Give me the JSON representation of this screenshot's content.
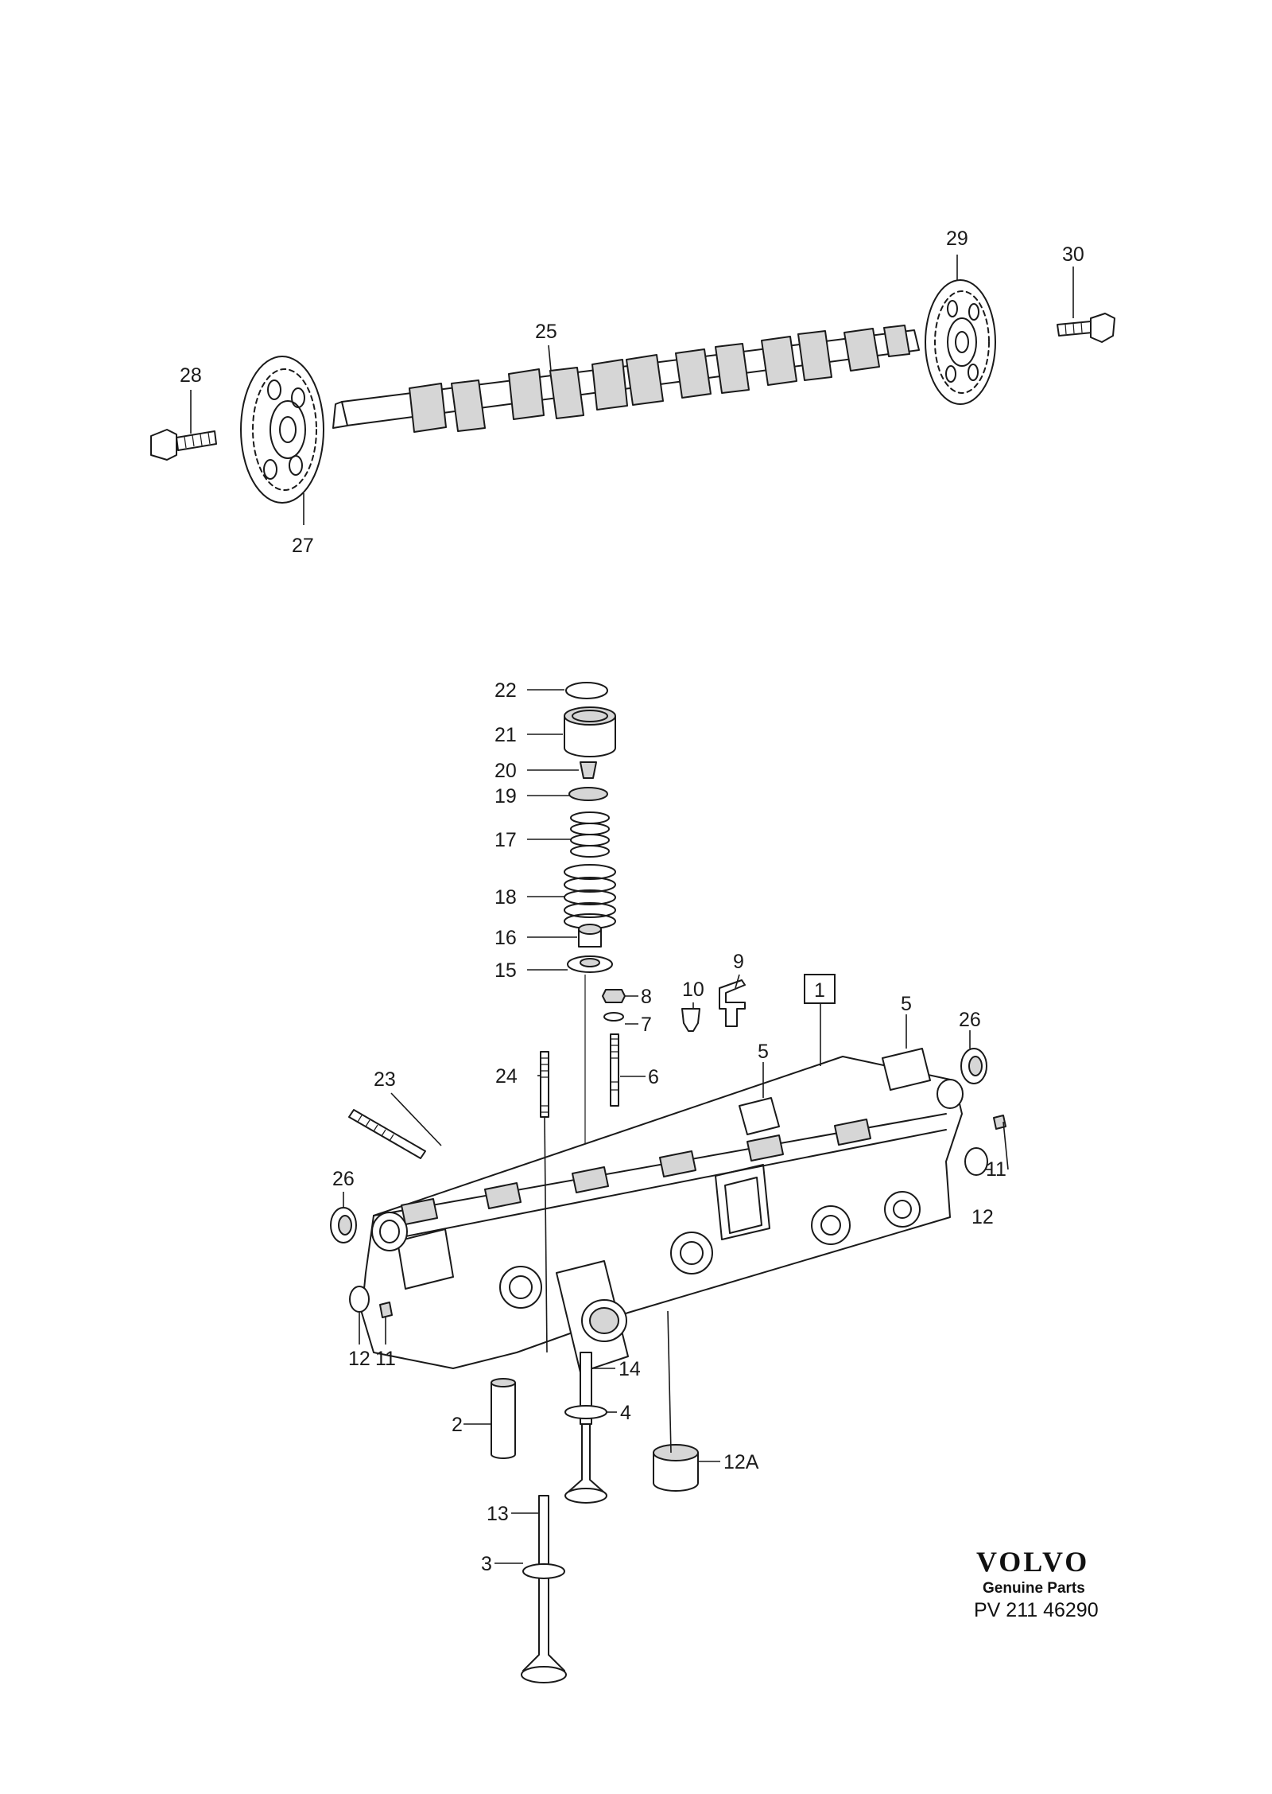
{
  "callouts": {
    "c1": "1",
    "c2": "2",
    "c3": "3",
    "c4": "4",
    "c5a": "5",
    "c5b": "5",
    "c6": "6",
    "c7": "7",
    "c8": "8",
    "c9": "9",
    "c10": "10",
    "c11a": "11",
    "c11b": "11",
    "c12a": "12",
    "c12b": "12",
    "c12A": "12A",
    "c13": "13",
    "c14": "14",
    "c15": "15",
    "c16": "16",
    "c17": "17",
    "c18": "18",
    "c19": "19",
    "c20": "20",
    "c21": "21",
    "c22": "22",
    "c23": "23",
    "c24": "24",
    "c25": "25",
    "c26a": "26",
    "c26b": "26",
    "c27": "27",
    "c28": "28",
    "c29": "29",
    "c30": "30"
  },
  "brand": {
    "logo_text": "VOLVO",
    "subtitle": "Genuine Parts",
    "code": "PV  211 46290"
  }
}
